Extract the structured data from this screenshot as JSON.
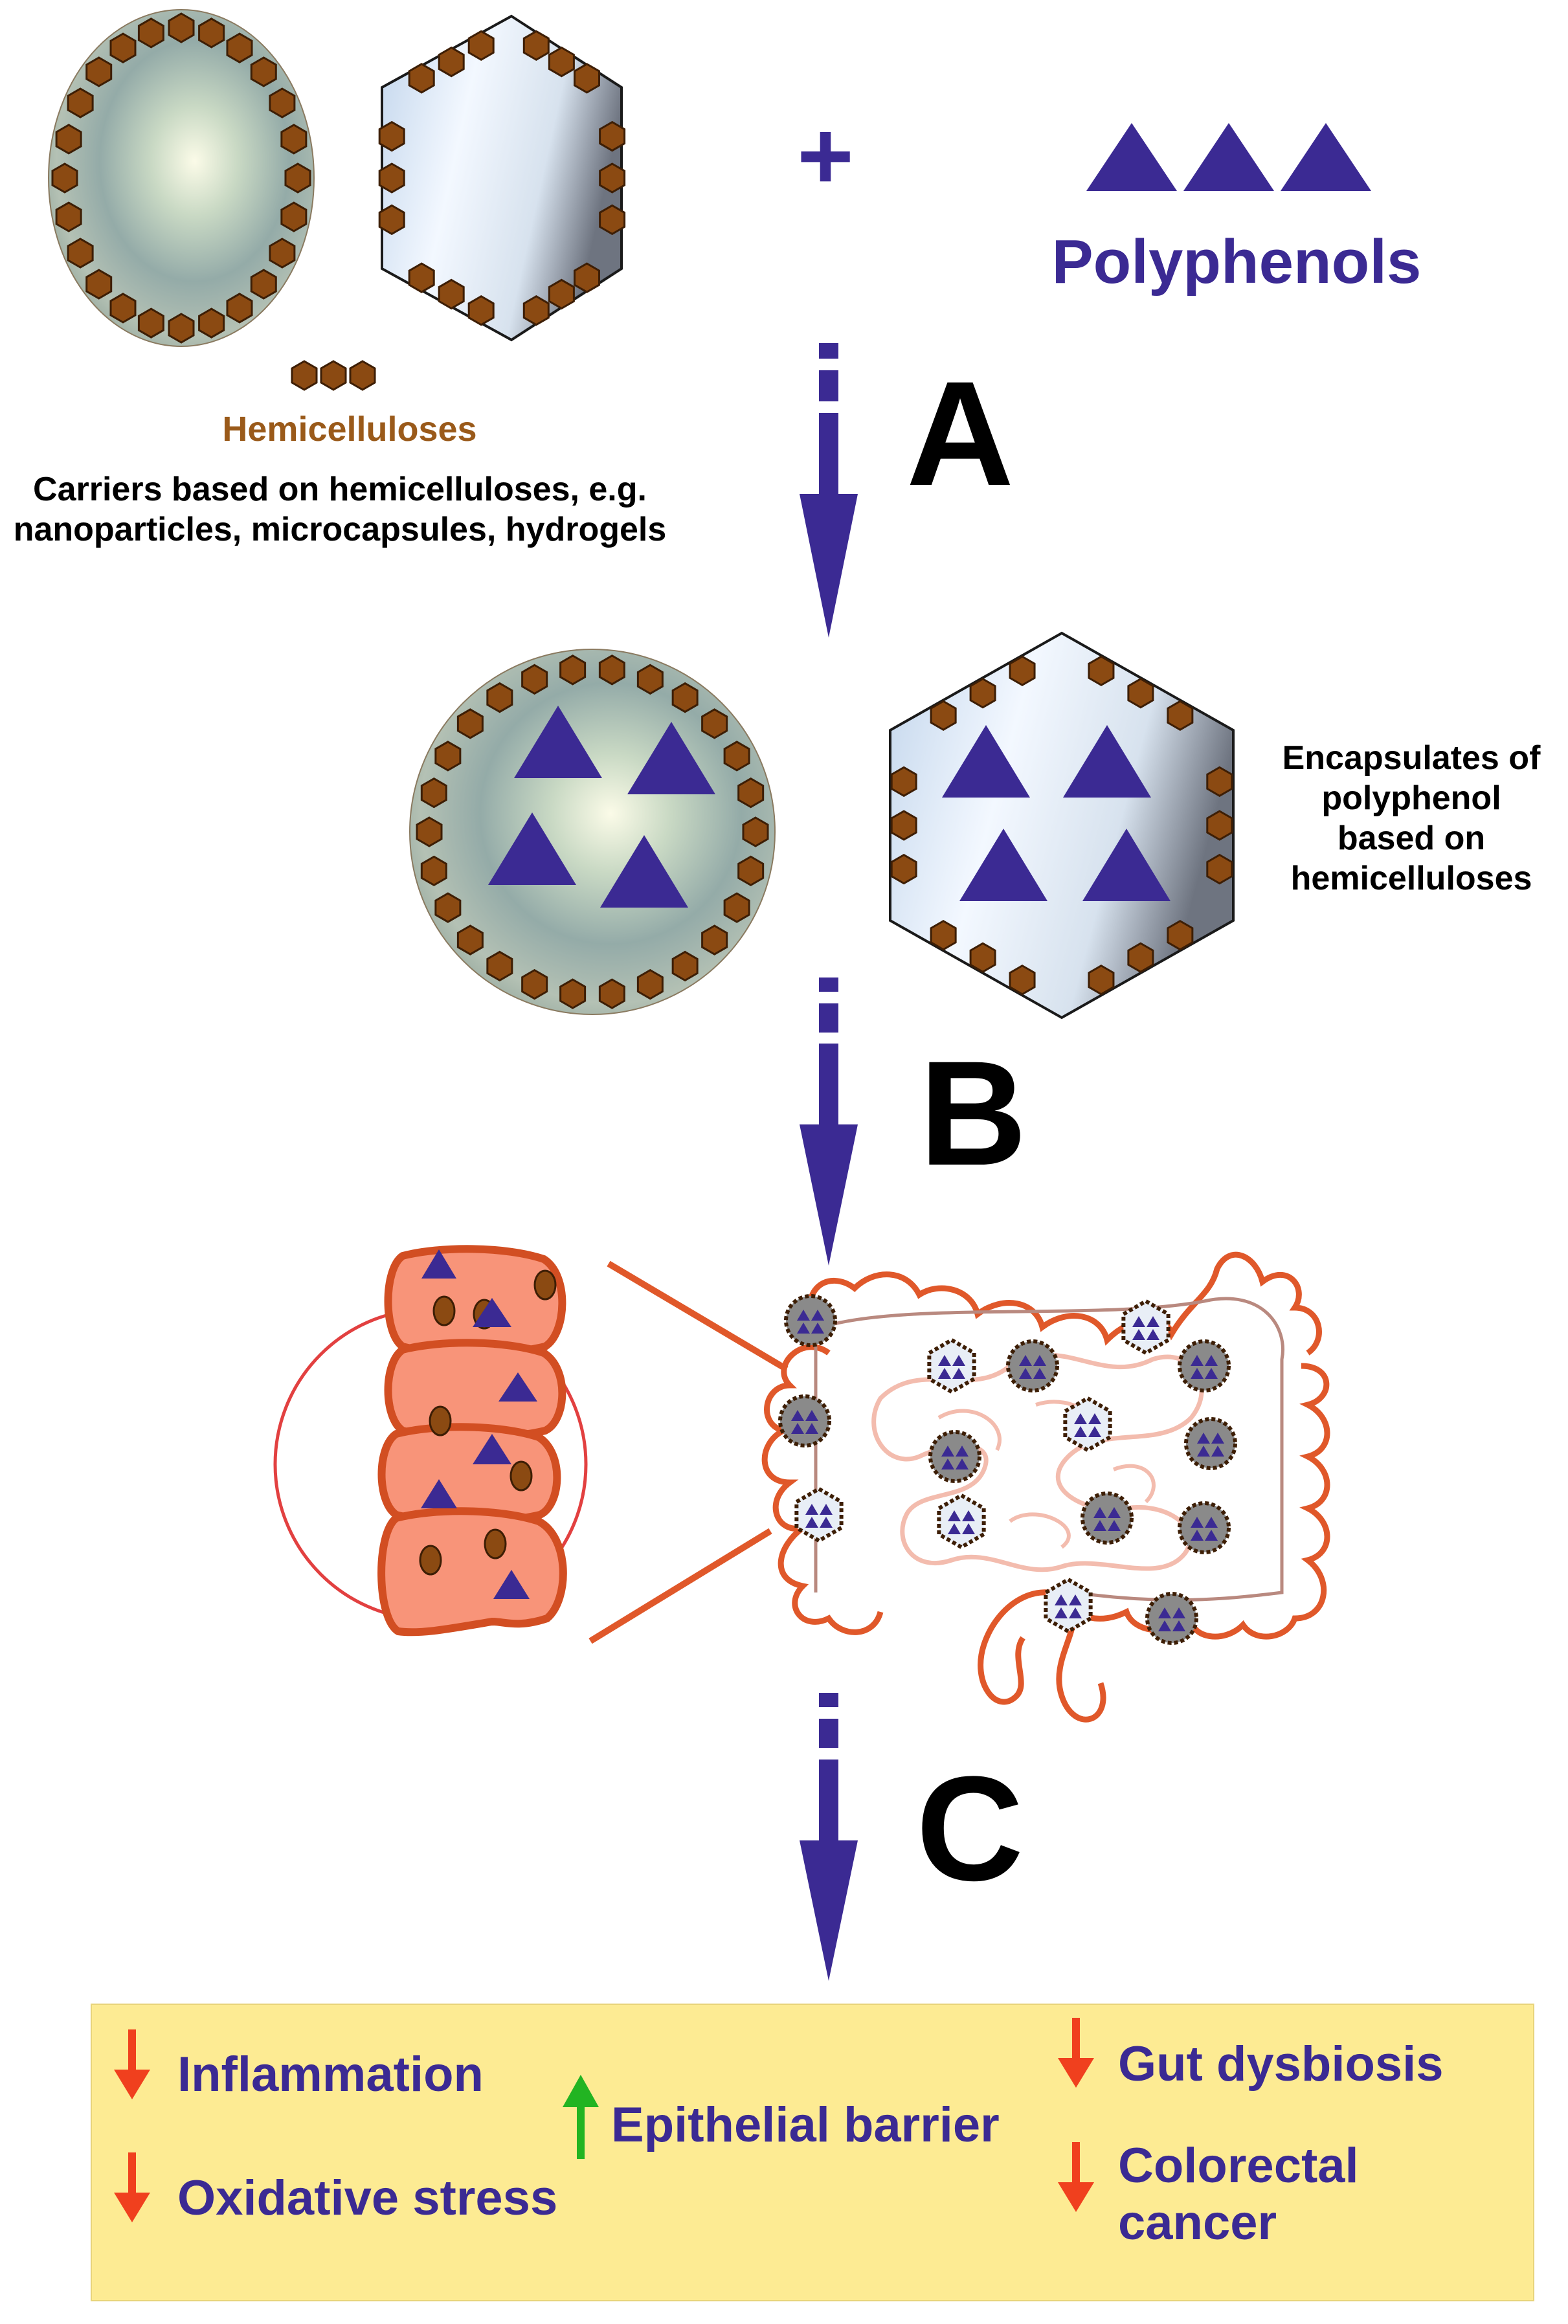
{
  "top": {
    "plus_symbol": "+",
    "polyphenols_label": "Polyphenols",
    "hemicelluloses_label": "Hemicelluloses",
    "carriers_caption": "Carriers based on hemicelluloses, e.g. nanoparticles, microcapsules, hydrogels"
  },
  "steps": {
    "a": "A",
    "b": "B",
    "c": "C"
  },
  "encapsulates_caption": "Encapsulates of polyphenol based on hemicelluloses",
  "effects": [
    {
      "label": "Inflammation",
      "direction": "down"
    },
    {
      "label": "Oxidative stress",
      "direction": "down"
    },
    {
      "label": "Epithelial barrier",
      "direction": "up"
    },
    {
      "label": "Gut dysbiosis",
      "direction": "down"
    },
    {
      "label": "Colorectal cancer",
      "direction": "down"
    }
  ],
  "colors": {
    "polyphenol": "#3b2a93",
    "hemicellulose": "#8b4a12",
    "arrow": "#3b2a93",
    "colon": "#e0582a",
    "effects_background": "#fdeb93",
    "down_arrow": "#f0401e",
    "up_arrow": "#22b422"
  }
}
